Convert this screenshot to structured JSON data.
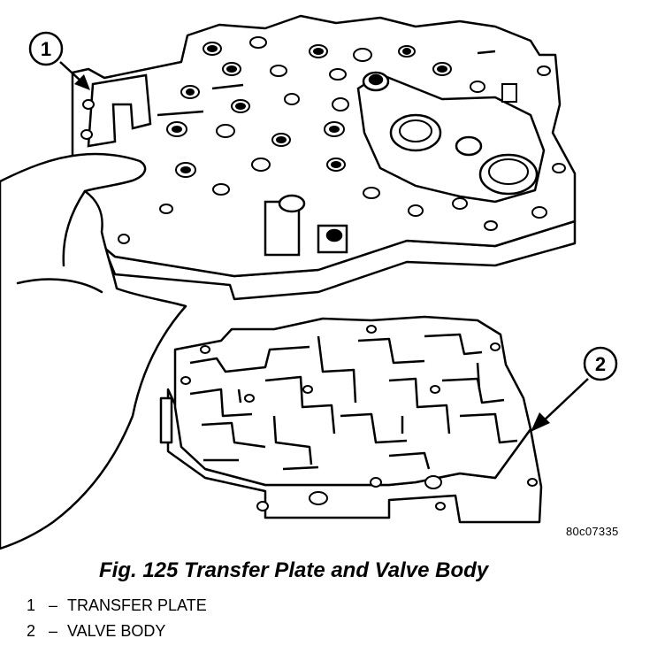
{
  "callouts": [
    {
      "number": "1"
    },
    {
      "number": "2"
    }
  ],
  "figure_id": "80c07335",
  "caption": "Fig. 125 Transfer Plate and Valve Body",
  "legend": [
    {
      "number": "1",
      "dash": "–",
      "label": "TRANSFER PLATE"
    },
    {
      "number": "2",
      "dash": "–",
      "label": "VALVE BODY"
    }
  ]
}
